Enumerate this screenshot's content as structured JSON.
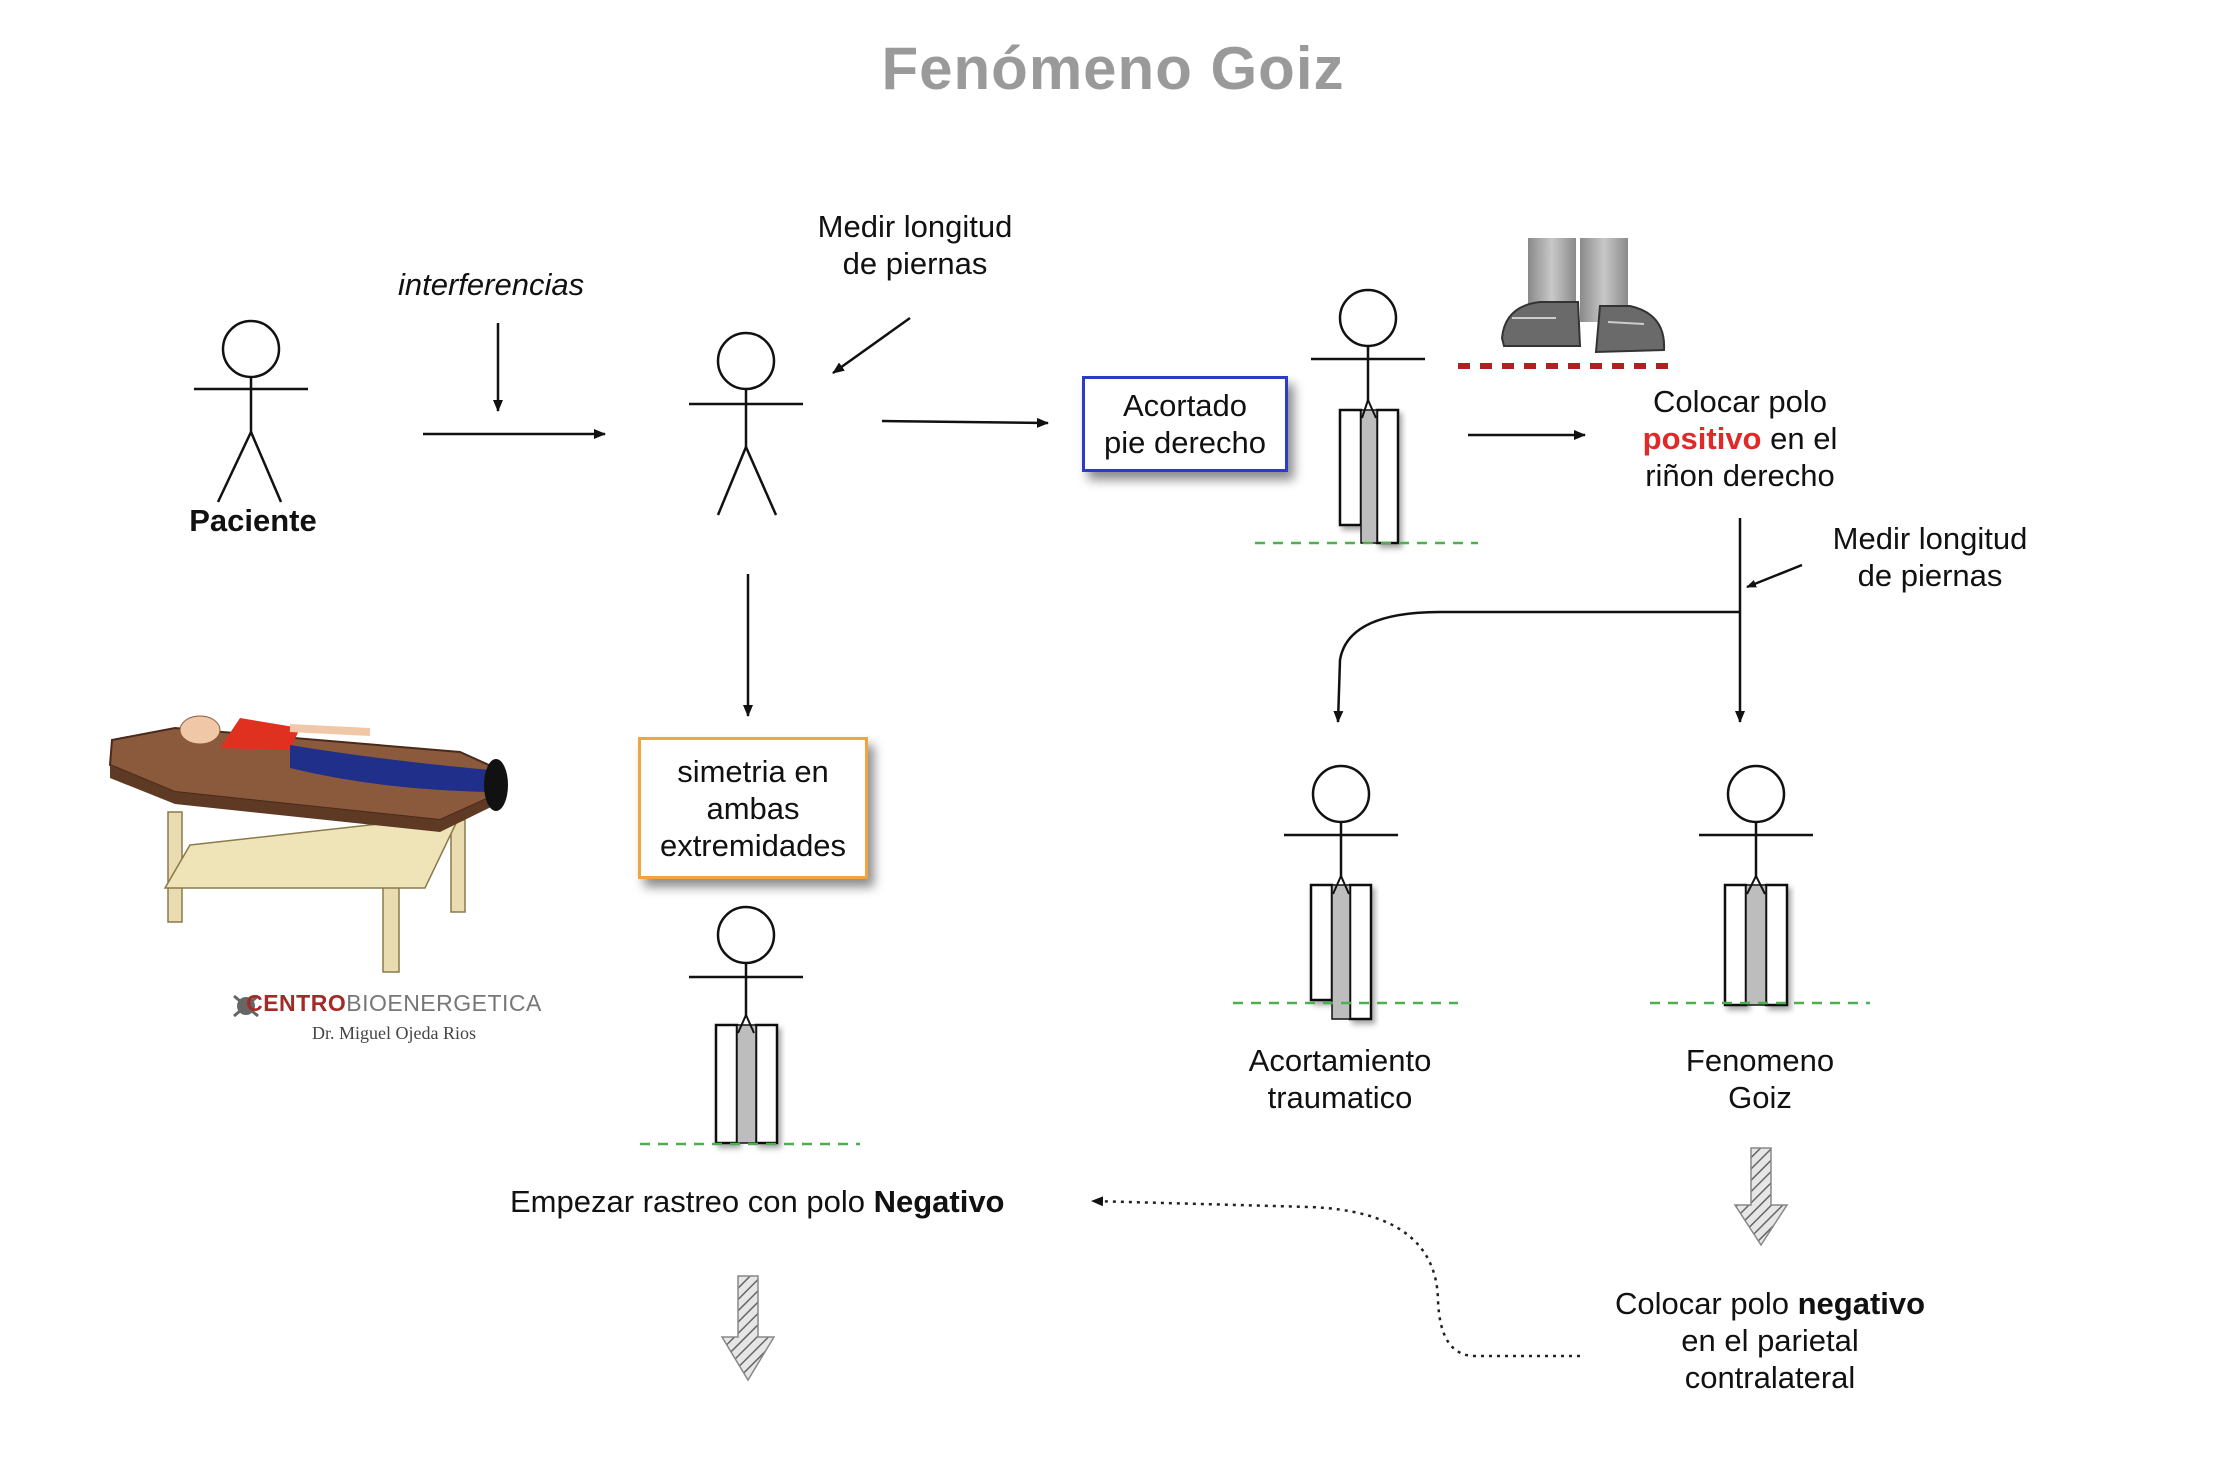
{
  "title": "Fenómeno Goiz",
  "labels": {
    "interferencias": "interferencias",
    "medir_1_line1": "Medir longitud",
    "medir_1_line2": "de piernas",
    "paciente": "Paciente",
    "colocar_pos_line1": "Colocar  polo",
    "colocar_pos_word": "positivo",
    "colocar_pos_rest": " en el",
    "colocar_pos_line3": "riñon derecho",
    "medir_2_line1": "Medir longitud",
    "medir_2_line2": "de piernas",
    "acortamiento_line1": "Acortamiento",
    "acortamiento_line2": "traumatico",
    "fenomeno_line1": "Fenomeno",
    "fenomeno_line2": "Goiz",
    "empezar_text": "Empezar rastreo con polo ",
    "empezar_bold": "Negativo",
    "colocar_neg_text": "Colocar polo ",
    "colocar_neg_bold": "negativo",
    "colocar_neg_line2": "en el parietal",
    "colocar_neg_line3": "contralateral"
  },
  "boxes": {
    "acortado_line1": "Acortado",
    "acortado_line2": "pie derecho",
    "simetria_line1": "simetria en",
    "simetria_line2": "ambas",
    "simetria_line3": "extremidades"
  },
  "logo": {
    "brand_bold": "CENTRO",
    "brand_rest": "BIOENERGETICA",
    "author": "Dr. Miguel Ojeda Rios"
  },
  "colors": {
    "title": "#9a9a9a",
    "box_blue": "#2a3cc8",
    "box_orange": "#f0a540",
    "positivo": "#e02a2a",
    "ground_dash": "#4caf50",
    "floor_dash": "#b02020",
    "logo_red": "#a42a2a"
  }
}
